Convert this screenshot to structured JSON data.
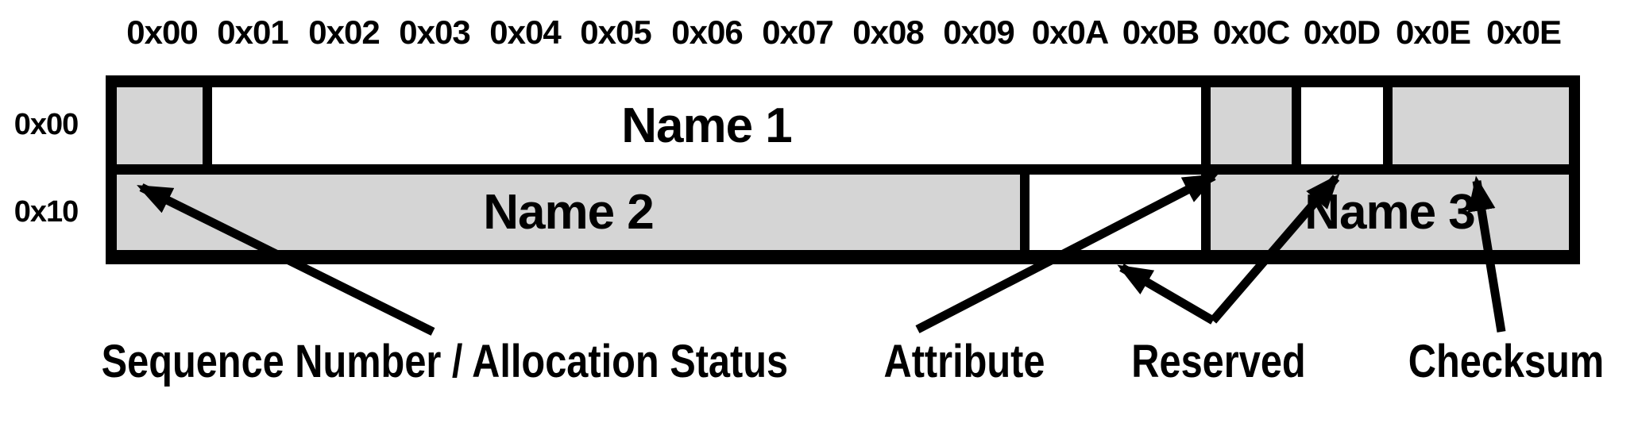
{
  "table": {
    "col_headers": [
      "0x00",
      "0x01",
      "0x02",
      "0x03",
      "0x04",
      "0x05",
      "0x06",
      "0x07",
      "0x08",
      "0x09",
      "0x0A",
      "0x0B",
      "0x0C",
      "0x0D",
      "0x0E",
      "0x0E"
    ],
    "row_labels": [
      "0x00",
      "0x10"
    ],
    "rows": [
      {
        "offset": "0x00",
        "cells": [
          {
            "label": "",
            "span_bytes": 1,
            "fill": "gray"
          },
          {
            "label": "Name 1",
            "span_bytes": 11,
            "fill": "white"
          },
          {
            "label": "",
            "span_bytes": 1,
            "fill": "gray"
          },
          {
            "label": "",
            "span_bytes": 1,
            "fill": "white"
          },
          {
            "label": "",
            "span_bytes": 2,
            "fill": "gray"
          }
        ]
      },
      {
        "offset": "0x10",
        "cells": [
          {
            "label": "Name 2",
            "span_bytes": 10,
            "fill": "gray"
          },
          {
            "label": "",
            "span_bytes": 2,
            "fill": "white"
          },
          {
            "label": "Name 3",
            "span_bytes": 4,
            "fill": "gray"
          }
        ]
      }
    ]
  },
  "annotations": [
    {
      "label": "Sequence Number / Allocation Status",
      "arrow_points_to": "row 0x00, byte 0x00 gray cell"
    },
    {
      "label": "Attribute",
      "arrow_points_to": "row 0x00, byte 0x0C gray cell"
    },
    {
      "label": "Reserved",
      "arrow_points_to": "row 0x00 byte 0x0D white cell and row 0x10 bytes 0x0A-0x0B white cell"
    },
    {
      "label": "Checksum",
      "arrow_points_to": "row 0x00, bytes 0x0E-0x0F gray cell"
    }
  ],
  "colors": {
    "cell_gray": "#d5d5d5",
    "cell_white": "#ffffff",
    "line": "#000000",
    "text": "#000000",
    "background": "#ffffff"
  }
}
